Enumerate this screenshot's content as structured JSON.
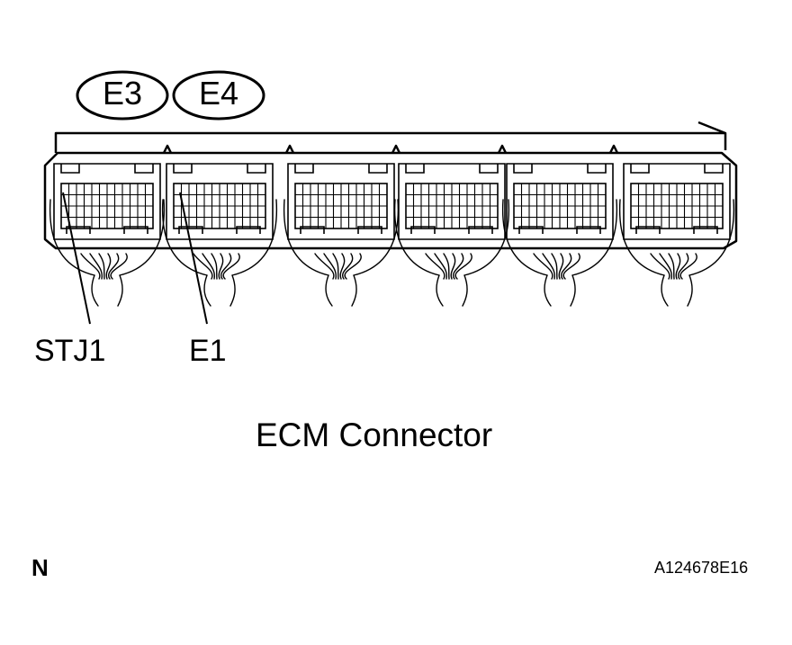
{
  "connector_tags": [
    "E3",
    "E4"
  ],
  "pin_labels": [
    "STJ1",
    "E1"
  ],
  "caption": "ECM Connector",
  "corner_mark": "N",
  "figure_code": "A124678E16",
  "colors": {
    "line": "#000000",
    "background": "#ffffff"
  }
}
